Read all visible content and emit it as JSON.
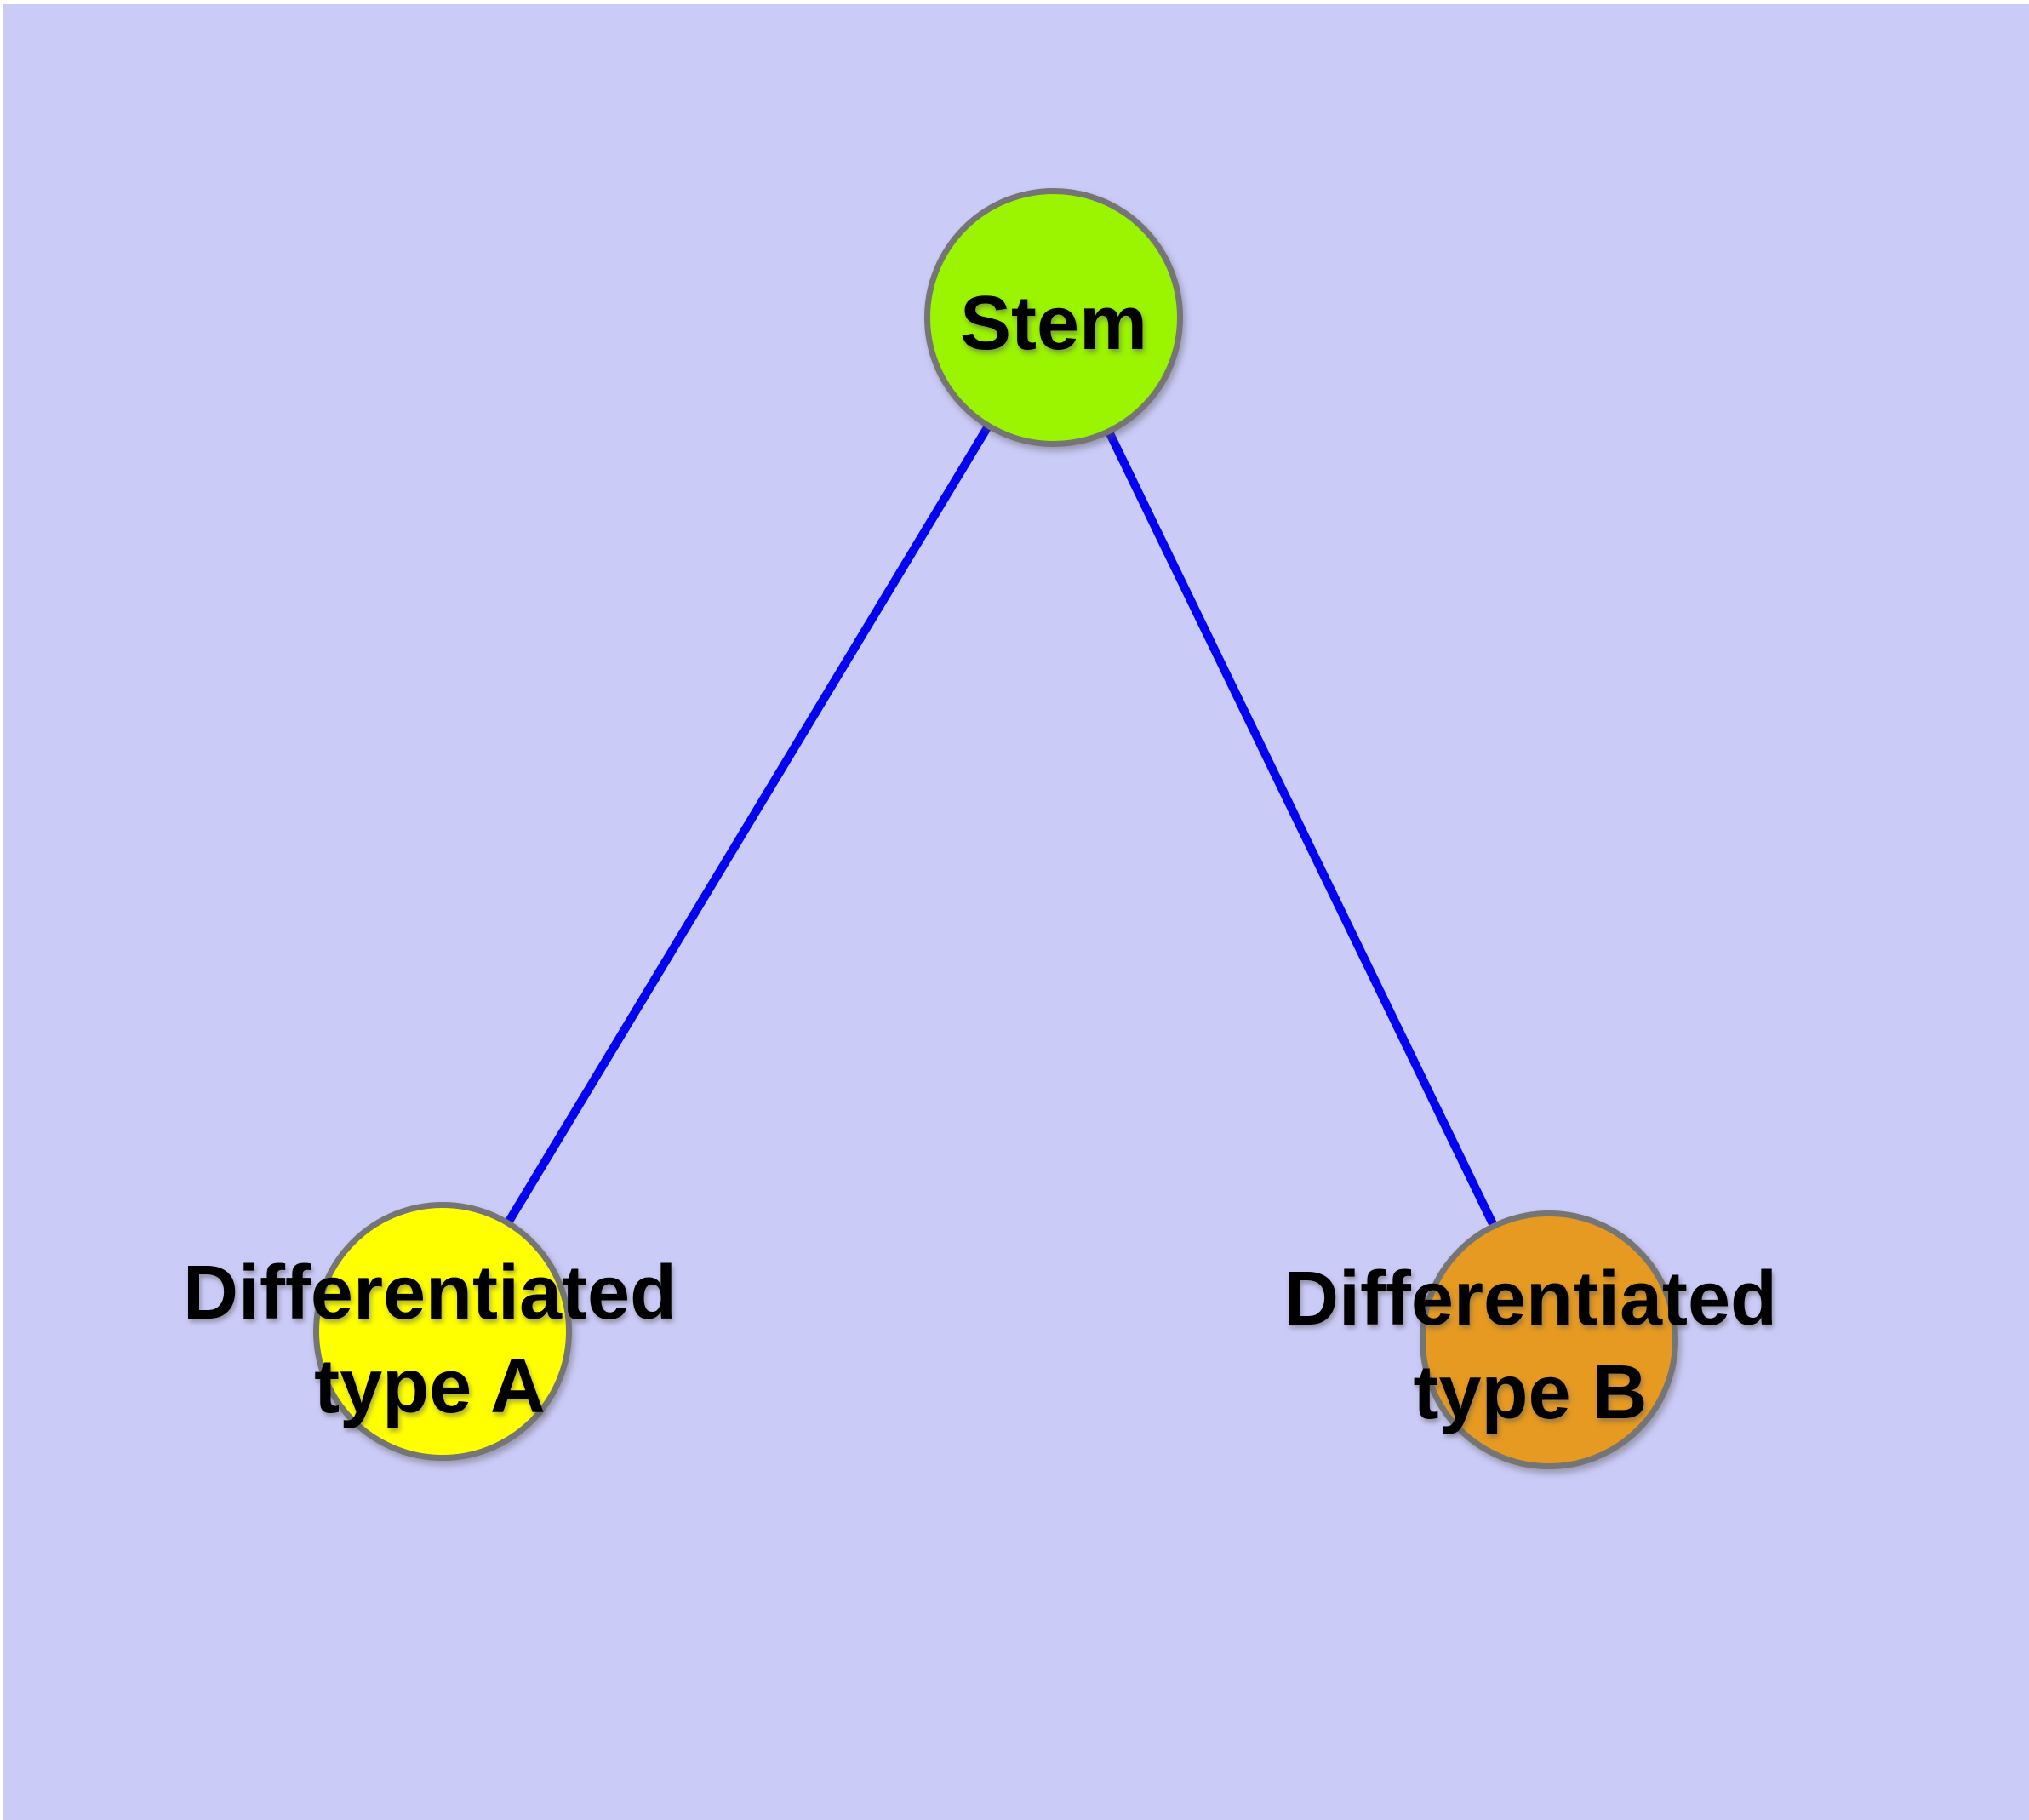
{
  "diagram": {
    "background_color": "#CBCBF8",
    "page_margin_color": "#FFFFFF",
    "edge_color": "#0404EF",
    "node_border_color": "#757575",
    "label_color": "#000000",
    "nodes": [
      {
        "id": "stem",
        "label": "Stem",
        "fill": "#9BF400"
      },
      {
        "id": "differentiated-type-a",
        "label": "Differentiated type A",
        "label_line1": "Differentiated",
        "label_line2": "type A",
        "fill": "#FFFF00"
      },
      {
        "id": "differentiated-type-b",
        "label": "Differentiated type B",
        "label_line1": "Differentiated",
        "label_line2": "type B",
        "fill": "#E69A21"
      }
    ],
    "edges": [
      {
        "from": "Stem",
        "to": "Differentiated type A"
      },
      {
        "from": "Stem",
        "to": "Differentiated type B"
      }
    ]
  }
}
